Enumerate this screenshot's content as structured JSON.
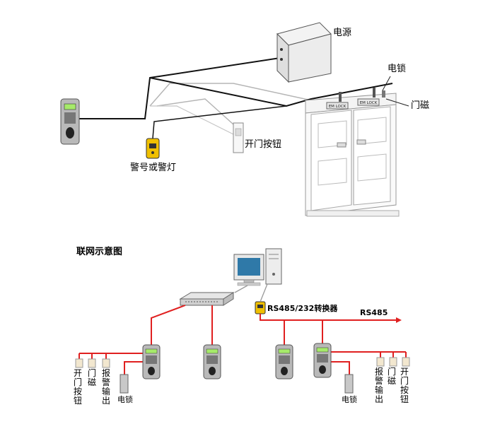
{
  "top_labels": {
    "power": "电源",
    "electric_lock": "电锁",
    "door_magnet": "门磁",
    "exit_button": "开门按钮",
    "alarm": "警号或警灯"
  },
  "lock_plates": [
    "EM LOCK",
    "EM LOCK"
  ],
  "network": {
    "title": "联网示意图",
    "converter": "RS485/232转换器",
    "bus": "RS485",
    "left_group": {
      "exit_button": "开门按钮",
      "door_magnet": "门磁",
      "alarm_output": "报警输出",
      "electric_lock": "电锁"
    },
    "right_group": {
      "electric_lock": "电锁",
      "alarm_output": "报警输出",
      "door_magnet": "门磁",
      "exit_button": "开门按钮"
    }
  },
  "colors": {
    "wire": "#e02020",
    "cable": "#111111"
  }
}
